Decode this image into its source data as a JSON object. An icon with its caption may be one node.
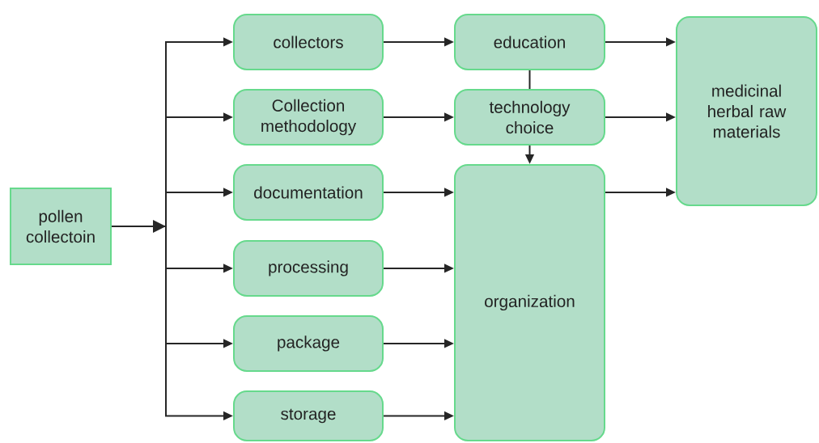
{
  "diagram": {
    "nodes": [
      {
        "text": [
          "pollen collectoin"
        ]
      },
      {
        "text": [
          "collectors"
        ]
      },
      {
        "text": [
          "Collection methodology"
        ]
      },
      {
        "text": [
          "documentation"
        ]
      },
      {
        "text": [
          "processing"
        ]
      },
      {
        "text": [
          "package"
        ]
      },
      {
        "text": [
          "storage"
        ]
      },
      {
        "text": [
          "education"
        ]
      },
      {
        "text": [
          "technology choice"
        ]
      },
      {
        "text": [
          "organization"
        ]
      },
      {
        "text": [
          "medicinal herbal raw materials"
        ]
      }
    ],
    "edges": [
      {
        "from": 0,
        "to": 1,
        "arrow": "to"
      },
      {
        "from": 0,
        "to": 2,
        "arrow": "to"
      },
      {
        "from": 0,
        "to": 3,
        "arrow": "to"
      },
      {
        "from": 0,
        "to": 4,
        "arrow": "to"
      },
      {
        "from": 0,
        "to": 5,
        "arrow": "to"
      },
      {
        "from": 0,
        "to": 6,
        "arrow": "to"
      },
      {
        "from": 1,
        "to": 7,
        "arrow": "to"
      },
      {
        "from": 2,
        "to": 8,
        "arrow": "to"
      },
      {
        "from": 3,
        "to": 9,
        "arrow": "to"
      },
      {
        "from": 4,
        "to": 9,
        "arrow": "to"
      },
      {
        "from": 5,
        "to": 9,
        "arrow": "to"
      },
      {
        "from": 6,
        "to": 9,
        "arrow": "to"
      },
      {
        "from": 7,
        "to": 8,
        "arrow": "none"
      },
      {
        "from": 8,
        "to": 9,
        "arrow": "to"
      },
      {
        "from": 7,
        "to": 10,
        "arrow": "to"
      },
      {
        "from": 8,
        "to": 10,
        "arrow": "to"
      },
      {
        "from": 9,
        "to": 10,
        "arrow": "to"
      }
    ]
  }
}
